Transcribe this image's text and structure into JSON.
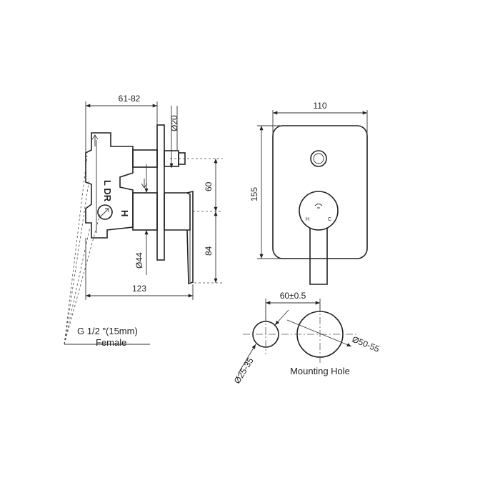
{
  "dimensions": {
    "depth_range": "61-82",
    "outlet_diameter": "Ø20",
    "offset_upper": "60",
    "offset_lower": "84",
    "body_diameter": "Ø44",
    "overall_depth": "123",
    "plate_width": "110",
    "plate_height": "155",
    "hole_spacing": "60±0.5",
    "small_hole_diameter": "Ø25-35",
    "large_hole_diameter": "Ø50-55"
  },
  "labels": {
    "thread_spec": "G 1/2 \"(15mm)",
    "thread_gender": "Female",
    "mounting_hole": "Mounting Hole",
    "body_marks_vertical": "L DR",
    "body_mark_h": "H",
    "handle_h": "H",
    "handle_c": "C"
  }
}
